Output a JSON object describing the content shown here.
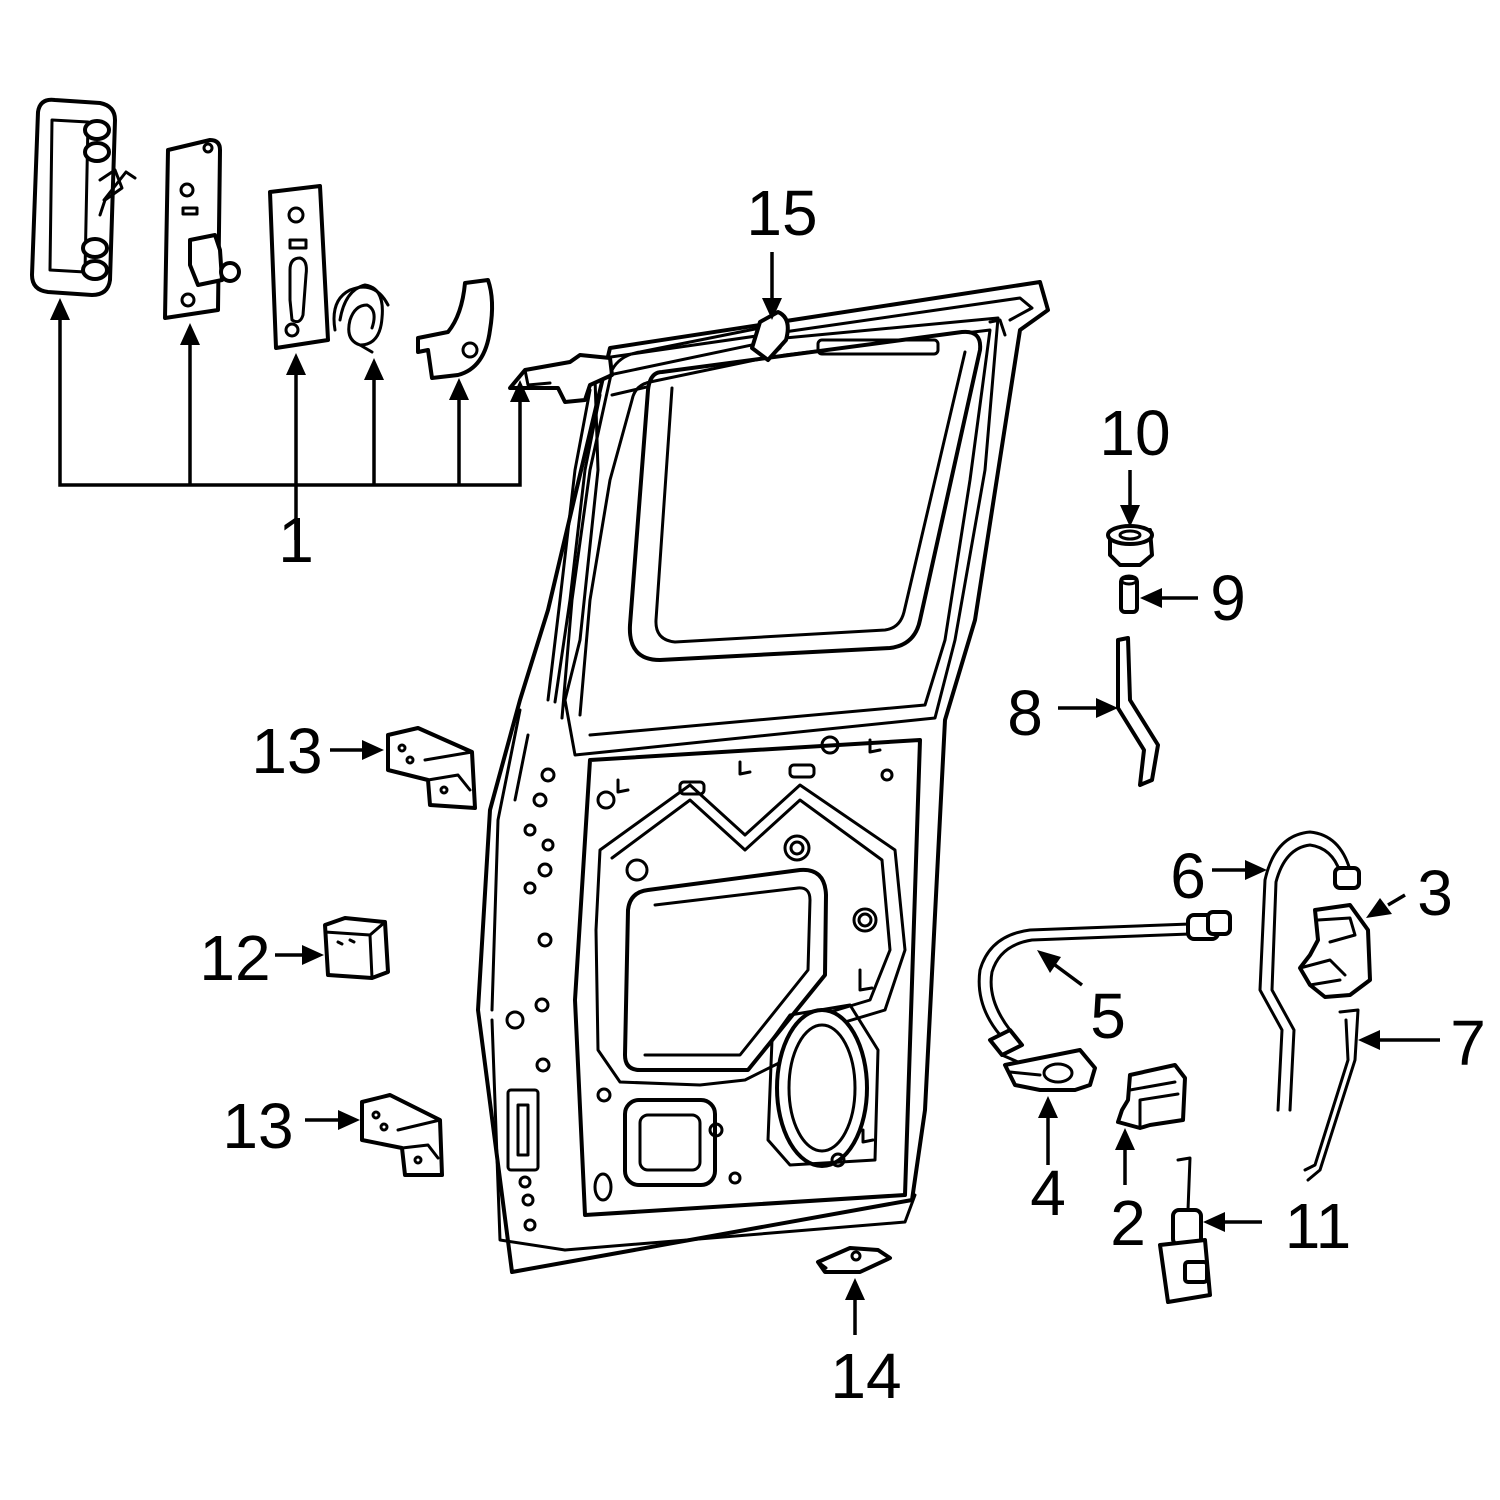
{
  "diagram": {
    "colors": {
      "line": "#000000",
      "background": "#ffffff"
    },
    "callouts": {
      "c1": "1",
      "c2": "2",
      "c3": "3",
      "c4": "4",
      "c5": "5",
      "c6": "6",
      "c7": "7",
      "c8": "8",
      "c9": "9",
      "c10": "10",
      "c11": "11",
      "c12": "12",
      "c13a": "13",
      "c13b": "13",
      "c14": "14",
      "c15": "15"
    }
  }
}
